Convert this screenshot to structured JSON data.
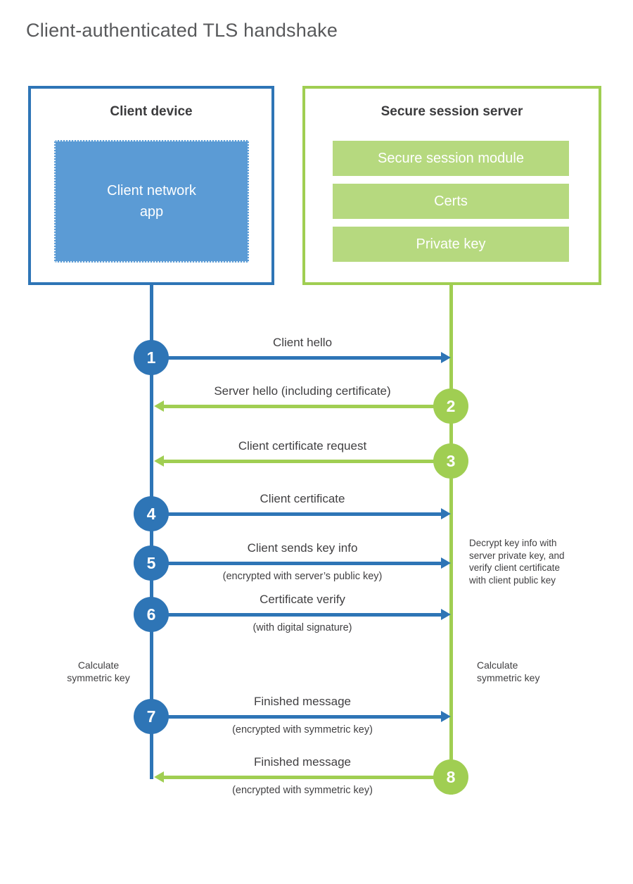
{
  "title": "Client-authenticated TLS handshake",
  "client": {
    "title": "Client device",
    "app_label": "Client network\napp"
  },
  "server": {
    "title": "Secure session server",
    "modules": [
      "Secure session module",
      "Certs",
      "Private key"
    ]
  },
  "steps": [
    {
      "num": "1",
      "from": "client",
      "label": "Client hello",
      "sub": ""
    },
    {
      "num": "2",
      "from": "server",
      "label": "Server hello (including certificate)",
      "sub": ""
    },
    {
      "num": "3",
      "from": "server",
      "label": "Client certificate request",
      "sub": ""
    },
    {
      "num": "4",
      "from": "client",
      "label": "Client certificate",
      "sub": ""
    },
    {
      "num": "5",
      "from": "client",
      "label": "Client sends key info",
      "sub": "(encrypted with server’s public key)"
    },
    {
      "num": "6",
      "from": "client",
      "label": "Certificate verify",
      "sub": "(with digital signature)"
    },
    {
      "num": "7",
      "from": "client",
      "label": "Finished message",
      "sub": "(encrypted with symmetric key)"
    },
    {
      "num": "8",
      "from": "server",
      "label": "Finished message",
      "sub": "(encrypted with symmetric key)"
    }
  ],
  "annotations": {
    "decrypt_note": "Decrypt key info with\nserver private key, and\nverify client certificate\nwith client public key",
    "calc_left": "Calculate\nsymmetric key",
    "calc_right": "Calculate\nsymmetric key"
  },
  "colors": {
    "blue_stroke": "#2E75B6",
    "blue_fill": "#5B9BD5",
    "green_stroke": "#A0CE52",
    "green_fill": "#B6D97F"
  }
}
